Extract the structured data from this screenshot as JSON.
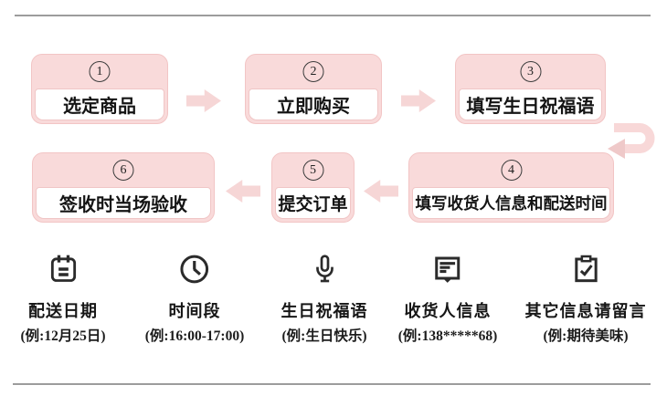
{
  "flow": {
    "steps": [
      {
        "num": "1",
        "label": "选定商品"
      },
      {
        "num": "2",
        "label": "立即购买"
      },
      {
        "num": "3",
        "label": "填写生日祝福语"
      },
      {
        "num": "4",
        "label": "填写收货人信息和配送时间"
      },
      {
        "num": "5",
        "label": "提交订单"
      },
      {
        "num": "6",
        "label": "签收时当场验收"
      }
    ]
  },
  "legend": {
    "items": [
      {
        "icon": "calendar-icon",
        "label": "配送日期",
        "example": "(例:12月25日)"
      },
      {
        "icon": "clock-icon",
        "label": "时间段",
        "example": "(例:16:00-17:00)"
      },
      {
        "icon": "microphone-icon",
        "label": "生日祝福语",
        "example": "(例:生日快乐)"
      },
      {
        "icon": "message-board-icon",
        "label": "收货人信息",
        "example": "(例:138*****68)"
      },
      {
        "icon": "clipboard-check-icon",
        "label": "其它信息请留言",
        "example": "(例:期待美味)"
      }
    ]
  },
  "colors": {
    "box_fill": "#f9dada",
    "box_border": "#f2c5c5",
    "arrow_pink": "#f6d6d6",
    "divider_gray": "#9c9c9c",
    "icon_ink": "#2b2b2b",
    "text_ink": "#1c1c1c"
  }
}
